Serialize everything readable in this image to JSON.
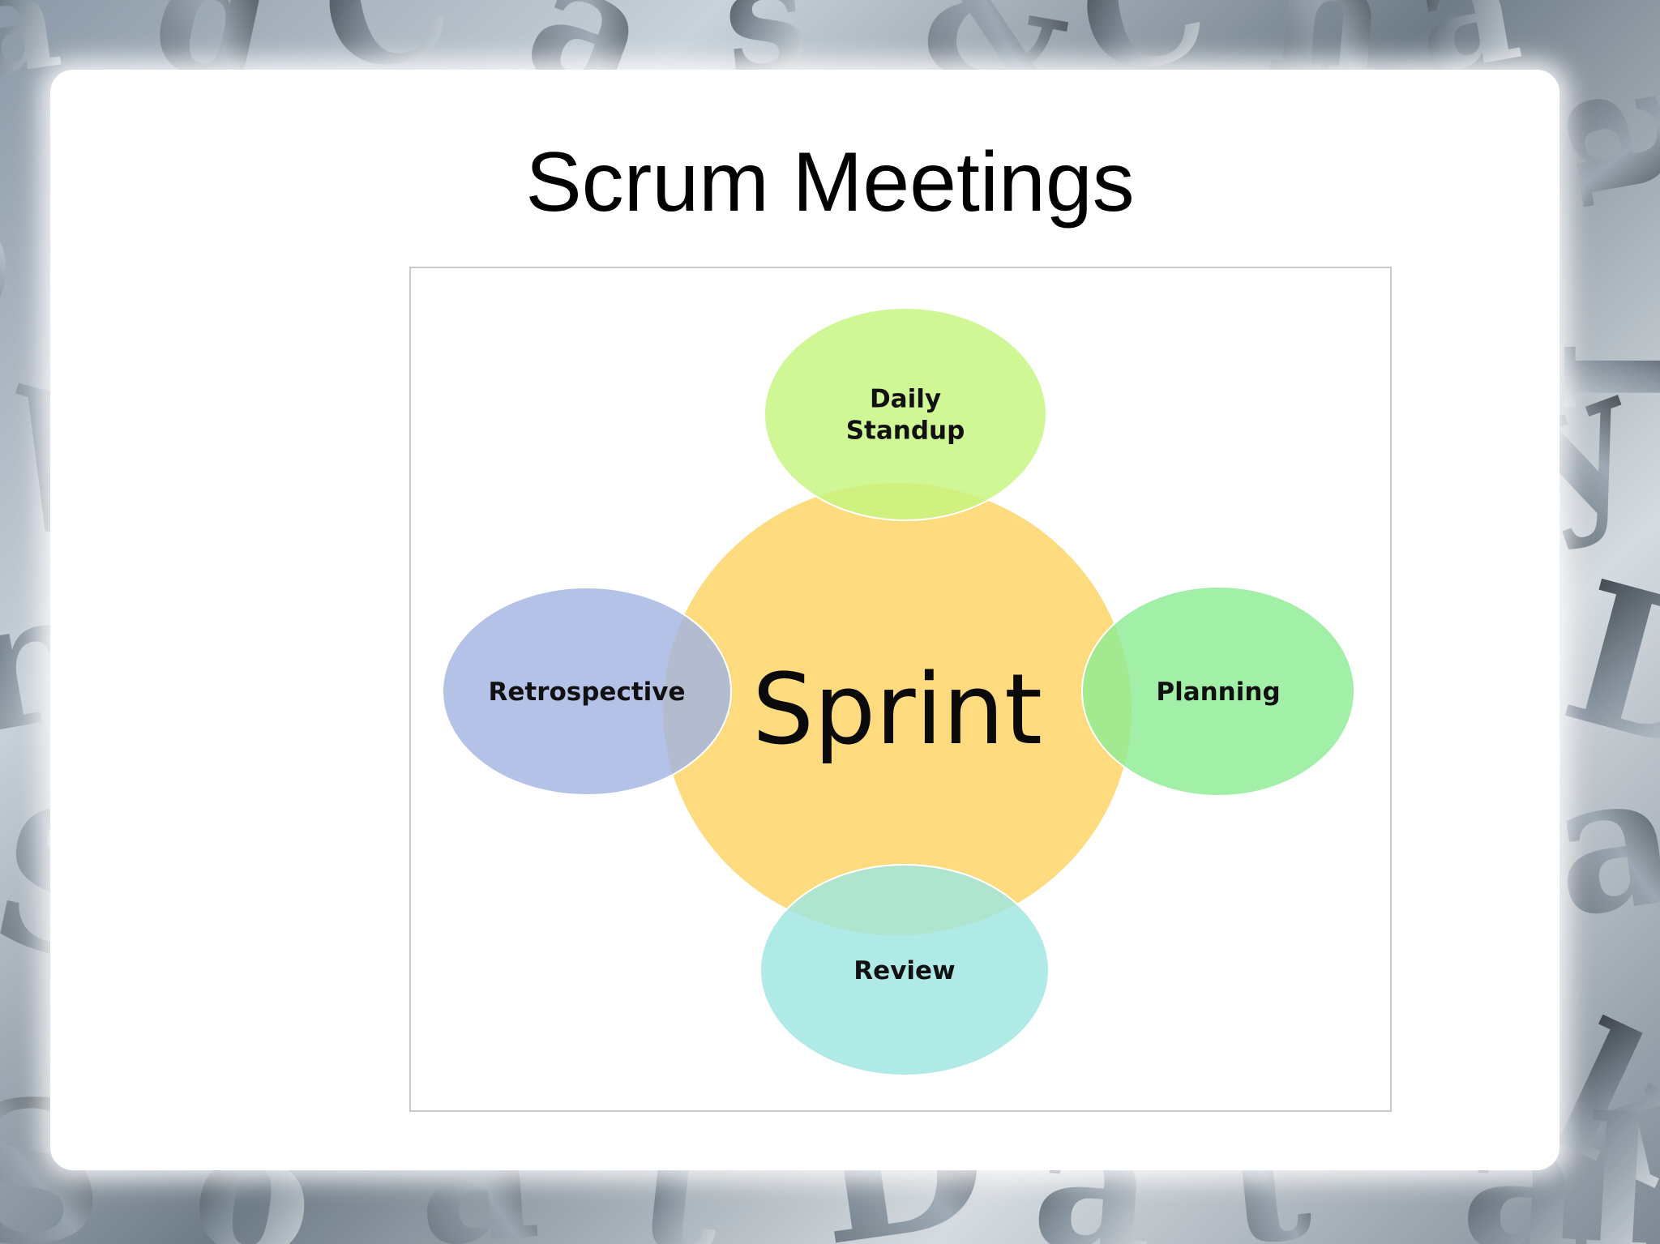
{
  "slide": {
    "title": "Scrum Meetings"
  },
  "diagram": {
    "center": {
      "label": "Sprint",
      "color": "#ffd978"
    },
    "nodes": [
      {
        "id": "daily-standup",
        "lines": [
          "Daily",
          "Standup"
        ],
        "color": "#c6f57f"
      },
      {
        "id": "planning",
        "lines": [
          "Planning"
        ],
        "color": "#8eeb94"
      },
      {
        "id": "review",
        "lines": [
          "Review"
        ],
        "color": "#9ee5e0"
      },
      {
        "id": "retrospective",
        "lines": [
          "Retrospective"
        ],
        "color": "#a2b5e1"
      }
    ]
  },
  "colors": {
    "background_dark": "#3a3f46",
    "background_light": "#c9d2da",
    "card": "#ffffff",
    "frame_border": "#c9c9c9"
  }
}
